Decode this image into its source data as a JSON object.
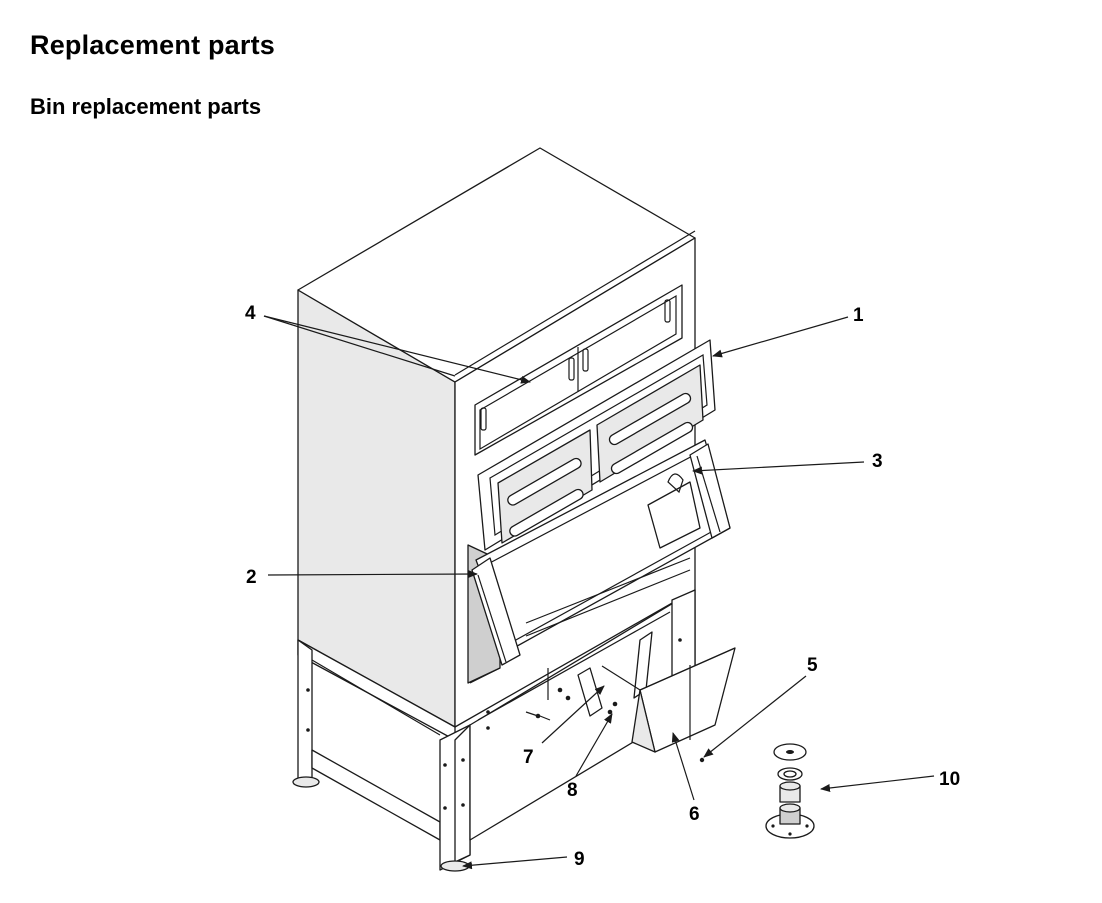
{
  "document": {
    "title": "Replacement parts",
    "subtitle": "Bin replacement parts"
  },
  "callouts": [
    {
      "number": "1"
    },
    {
      "number": "2"
    },
    {
      "number": "3"
    },
    {
      "number": "4"
    },
    {
      "number": "5"
    },
    {
      "number": "6"
    },
    {
      "number": "7"
    },
    {
      "number": "8"
    },
    {
      "number": "9"
    },
    {
      "number": "10"
    }
  ]
}
